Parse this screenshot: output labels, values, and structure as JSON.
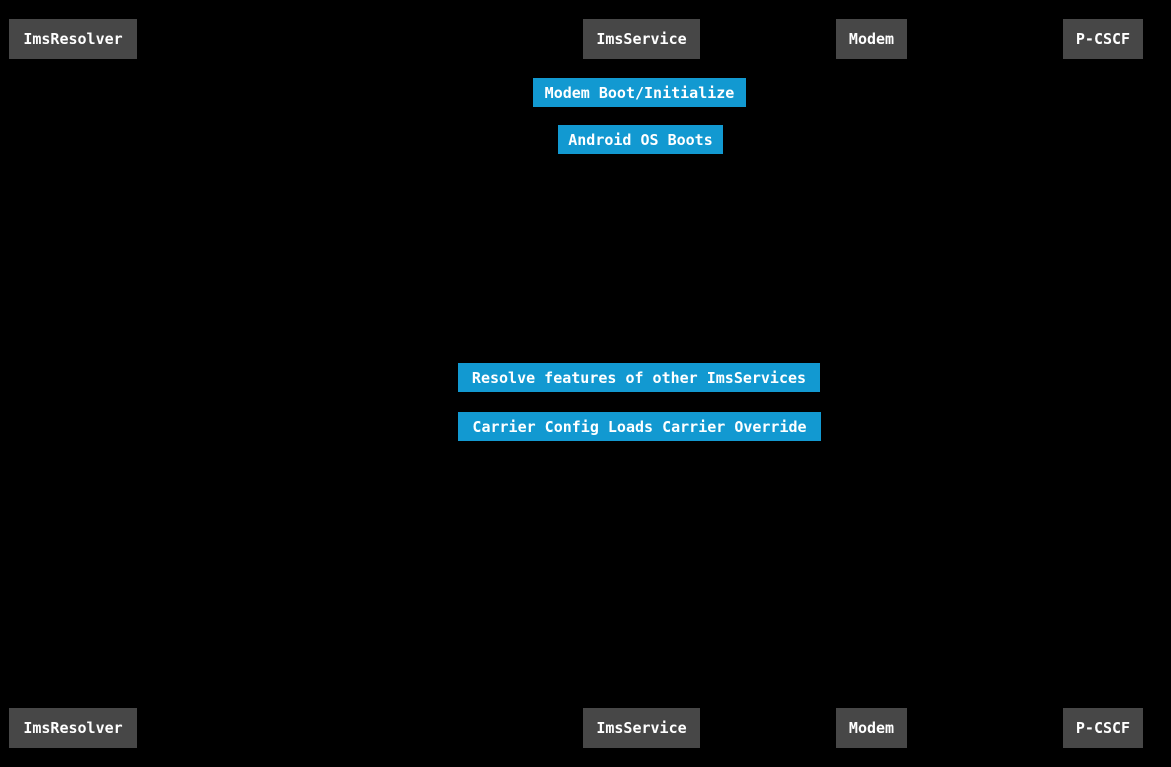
{
  "colors": {
    "background": "#000000",
    "actor-fill": "#474747",
    "note-fill": "#1299d1",
    "text": "#ffffff",
    "lifeline": "#000000"
  },
  "actors": [
    {
      "label": "ImsResolver"
    },
    {
      "label": "ImsService"
    },
    {
      "label": "Modem"
    },
    {
      "label": "P-CSCF"
    }
  ],
  "notes": [
    {
      "text": "Modem Boot/Initialize"
    },
    {
      "text": "Android OS Boots"
    },
    {
      "text": "Resolve features of other ImsServices"
    },
    {
      "text": "Carrier Config Loads Carrier Override"
    }
  ]
}
